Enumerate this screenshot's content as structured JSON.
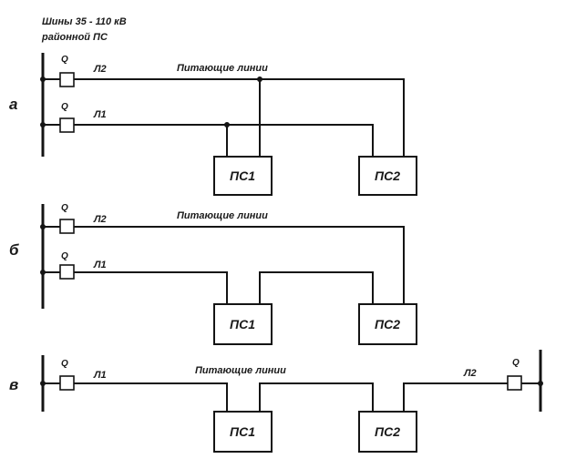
{
  "header": {
    "line1": "Шины 35 - 110 кВ",
    "line2": "районной ПС"
  },
  "panels": {
    "a": {
      "label": "а",
      "q_top": "Q",
      "q_bottom": "Q",
      "line_top": "Л2",
      "line_bottom": "Л1",
      "caption": "Питающие линии",
      "ps1": "ПС1",
      "ps2": "ПС2"
    },
    "b": {
      "label": "б",
      "q_top": "Q",
      "q_bottom": "Q",
      "line_top": "Л2",
      "line_bottom": "Л1",
      "caption": "Питающие линии",
      "ps1": "ПС1",
      "ps2": "ПС2"
    },
    "c": {
      "label": "в",
      "q_left": "Q",
      "q_right": "Q",
      "line_left": "Л1",
      "line_right": "Л2",
      "caption": "Питающие линии",
      "ps1": "ПС1",
      "ps2": "ПС2"
    }
  }
}
